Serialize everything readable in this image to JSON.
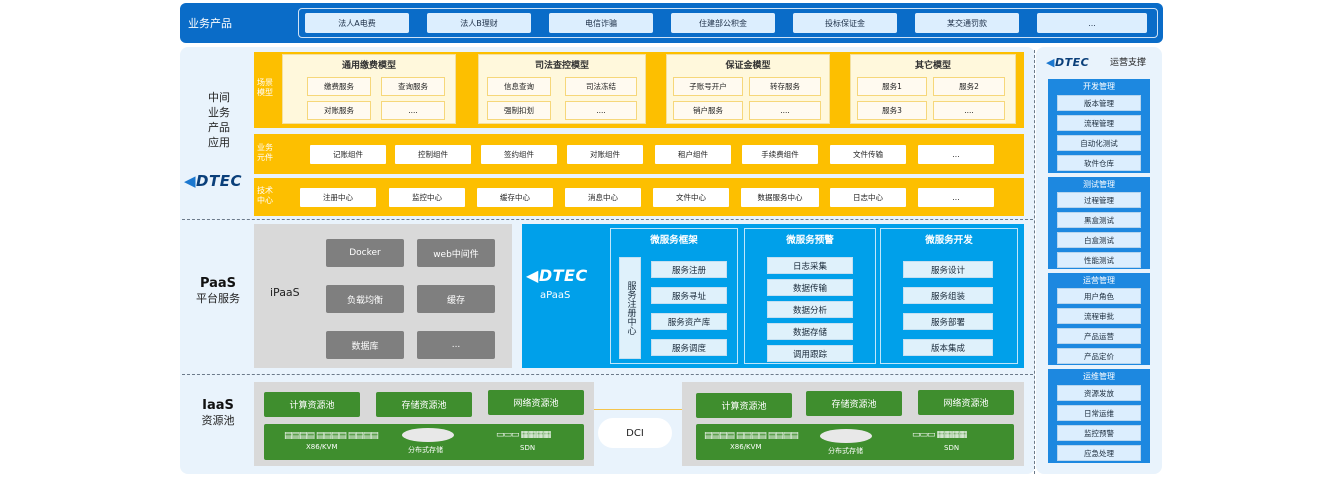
{
  "top": {
    "title": "业务产品",
    "items": [
      "法人A电费",
      "法人B理财",
      "电信诈骗",
      "住建部公积金",
      "投标保证金",
      "某交通罚款",
      "..."
    ]
  },
  "middle": {
    "title_lines": [
      "中间",
      "业务",
      "产品",
      "应用"
    ],
    "logo": "DTEC",
    "scene": {
      "label": "场景模型",
      "groups": [
        {
          "title": "通用缴费模型",
          "items": [
            "缴费服务",
            "查询服务",
            "对账服务",
            "...."
          ]
        },
        {
          "title": "司法查控模型",
          "items": [
            "信息查询",
            "司法冻结",
            "强制扣划",
            "...."
          ]
        },
        {
          "title": "保证金模型",
          "items": [
            "子账号开户",
            "转存服务",
            "销户服务",
            "...."
          ]
        },
        {
          "title": "其它模型",
          "items": [
            "服务1",
            "服务2",
            "服务3",
            "...."
          ]
        }
      ]
    },
    "element": {
      "label": "业务元件",
      "items": [
        "记账组件",
        "控制组件",
        "签约组件",
        "对账组件",
        "租户组件",
        "手续费组件",
        "文件传输",
        "..."
      ]
    },
    "tech": {
      "label": "技术中心",
      "items": [
        "注册中心",
        "监控中心",
        "缓存中心",
        "消息中心",
        "文件中心",
        "数据服务中心",
        "日志中心",
        "..."
      ]
    }
  },
  "paas": {
    "title": "PaaS",
    "subtitle": "平台服务",
    "ipaas": {
      "label": "iPaaS",
      "items": [
        "Docker",
        "web中间件",
        "负载均衡",
        "缓存",
        "数据库",
        "..."
      ]
    },
    "apaas": {
      "logo": "DTEC",
      "label": "aPaaS",
      "registry": "服务注册中心",
      "columns": [
        {
          "title": "微服务框架",
          "items": [
            "服务注册",
            "服务寻址",
            "服务资产库",
            "服务调度"
          ]
        },
        {
          "title": "微服务预警",
          "items": [
            "日志采集",
            "数据传输",
            "数据分析",
            "数据存储",
            "调用跟踪"
          ]
        },
        {
          "title": "微服务开发",
          "items": [
            "服务设计",
            "服务组装",
            "服务部署",
            "版本集成"
          ]
        }
      ]
    }
  },
  "iaas": {
    "title": "IaaS",
    "subtitle": "资源池",
    "dci": "DCI",
    "pools": [
      "计算资源池",
      "存储资源池",
      "网络资源池"
    ],
    "infra": [
      "X86/KVM",
      "分布式存储",
      "SDN"
    ]
  },
  "side": {
    "logo": "DTEC",
    "title": "运营支撑",
    "groups": [
      {
        "title": "开发管理",
        "items": [
          "版本管理",
          "流程管理",
          "自动化测试",
          "软件仓库"
        ]
      },
      {
        "title": "测试管理",
        "items": [
          "过程管理",
          "黑盒测试",
          "白盒测试",
          "性能测试"
        ]
      },
      {
        "title": "运营管理",
        "items": [
          "用户角色",
          "流程审批",
          "产品运营",
          "产品定价"
        ]
      },
      {
        "title": "运维管理",
        "items": [
          "资源发放",
          "日常运维",
          "监控预警",
          "应急处理"
        ]
      }
    ]
  },
  "colors": {
    "blue": "#0a6cc8",
    "yellow": "#fdbf00",
    "cyan": "#00a0ea",
    "green": "#3f8e2e",
    "gray": "#7f7f7f"
  }
}
